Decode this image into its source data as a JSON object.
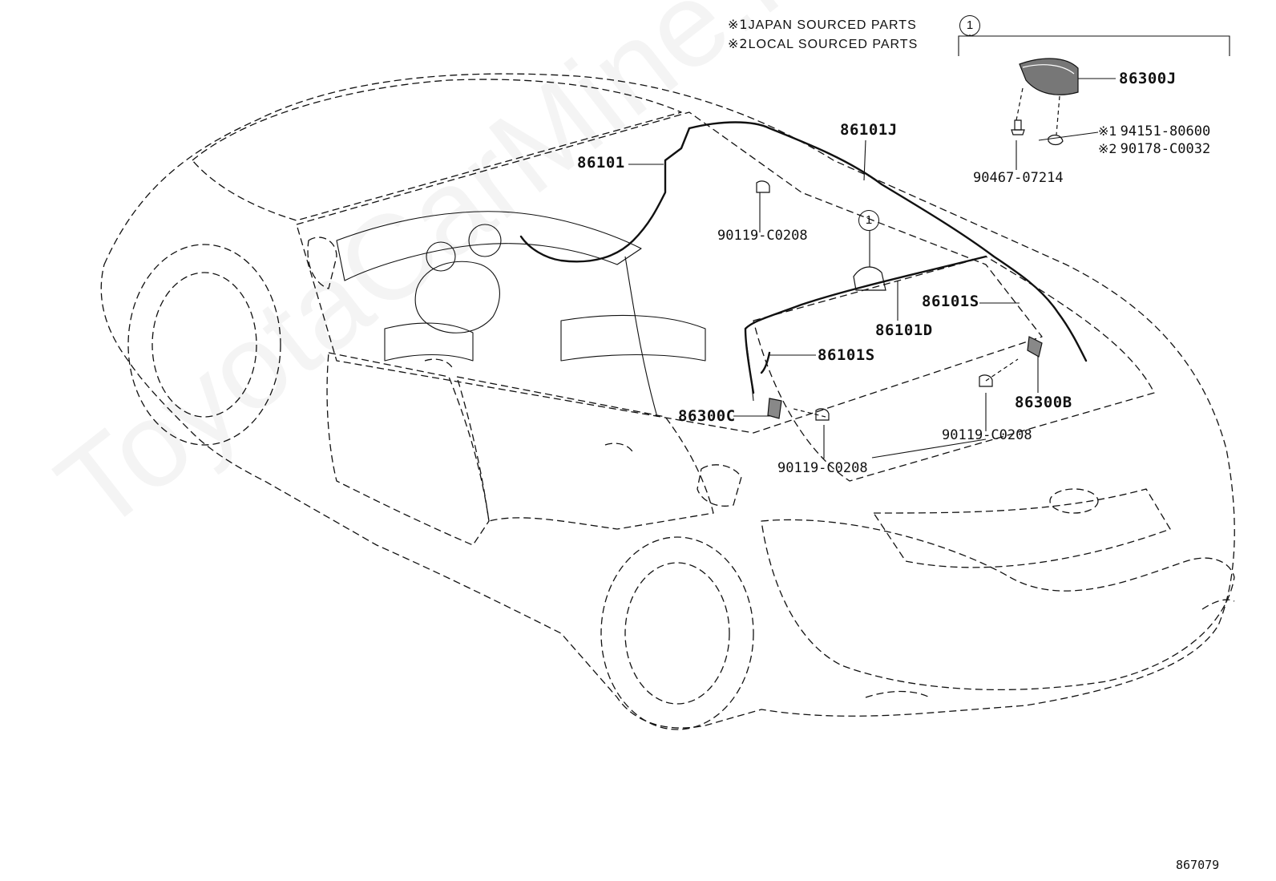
{
  "legend": {
    "japan": {
      "mark": "※1",
      "text": "JAPAN SOURCED PARTS"
    },
    "local": {
      "mark": "※2",
      "text": "LOCAL SOURCED PARTS"
    }
  },
  "callout_marker": "1",
  "parts": {
    "p86300J": "86300J",
    "p86101J": "86101J",
    "p86101": "86101",
    "p94151": "94151-80600",
    "p90178": "90178-C0032",
    "p90467": "90467-07214",
    "p90119_top": "90119-C0208",
    "p86101S_right": "86101S",
    "p86101D": "86101D",
    "p86101S_left": "86101S",
    "p86300C": "86300C",
    "p86300B": "86300B",
    "p90119_mid": "90119-C0208",
    "p90119_bottom": "90119-C0208"
  },
  "marks": {
    "m1": "※1",
    "m2": "※2"
  },
  "watermark": "ToyotaCarMine.ru",
  "diagram_number": "867079",
  "colors": {
    "line": "#111111",
    "background": "#ffffff"
  }
}
